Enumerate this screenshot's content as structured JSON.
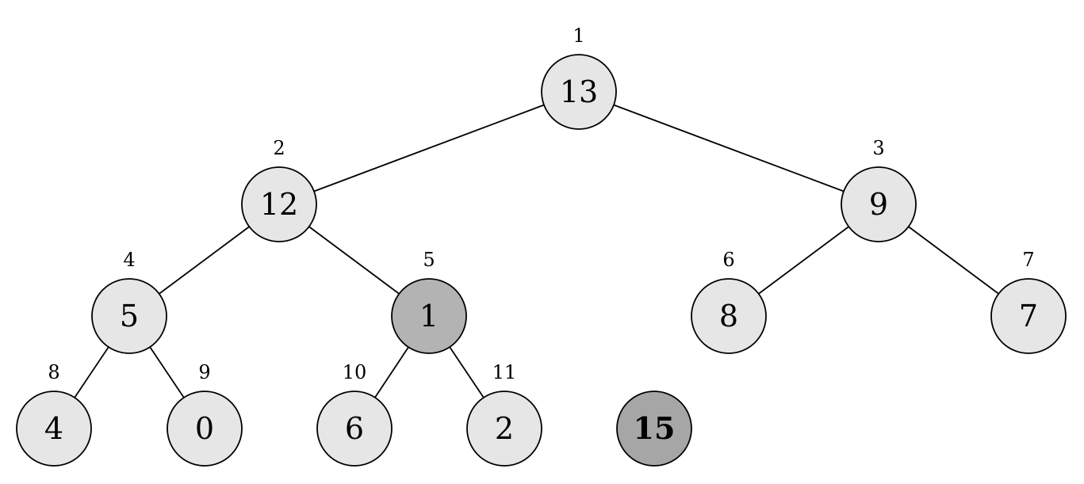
{
  "colors": {
    "normal_fill": "#e6e6e6",
    "highlight_fill": "#b3b3b3",
    "new_fill": "#a6a6a6",
    "stroke": "#000000"
  },
  "nodes": [
    {
      "index": "1",
      "value": "13",
      "state": "normal"
    },
    {
      "index": "2",
      "value": "12",
      "state": "normal"
    },
    {
      "index": "3",
      "value": "9",
      "state": "normal"
    },
    {
      "index": "4",
      "value": "5",
      "state": "normal"
    },
    {
      "index": "5",
      "value": "1",
      "state": "highlight"
    },
    {
      "index": "6",
      "value": "8",
      "state": "normal"
    },
    {
      "index": "7",
      "value": "7",
      "state": "normal"
    },
    {
      "index": "8",
      "value": "4",
      "state": "normal"
    },
    {
      "index": "9",
      "value": "0",
      "state": "normal"
    },
    {
      "index": "10",
      "value": "6",
      "state": "normal"
    },
    {
      "index": "11",
      "value": "2",
      "state": "normal"
    },
    {
      "index": "",
      "value": "15",
      "state": "new"
    }
  ],
  "edges": [
    [
      "1",
      "2"
    ],
    [
      "1",
      "3"
    ],
    [
      "2",
      "4"
    ],
    [
      "2",
      "5"
    ],
    [
      "3",
      "6"
    ],
    [
      "3",
      "7"
    ],
    [
      "4",
      "8"
    ],
    [
      "4",
      "9"
    ],
    [
      "5",
      "10"
    ],
    [
      "5",
      "11"
    ]
  ]
}
